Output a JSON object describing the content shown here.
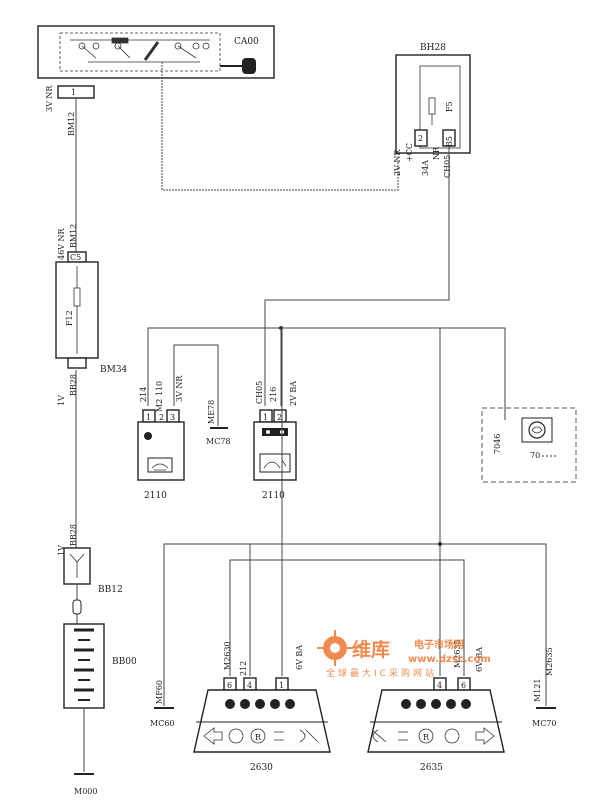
{
  "components": {
    "ignition": {
      "code": "CA00",
      "label_left": "3V NR",
      "label_right": "BM12",
      "pins": [
        "1"
      ]
    },
    "fuse_box": {
      "code": "BH28",
      "fuse": "F5",
      "pin2_top": "2V NR",
      "pin2_bottom": "+CC",
      "pin2": "2",
      "pin5_top": "34A",
      "pin5_bottom": "CH05",
      "pin5_nr": "NR",
      "pin5": "B5"
    },
    "fuse_f12": {
      "code": "BM34",
      "fuse": "F12",
      "pin_top": "C5",
      "label_top_a": "46V NR",
      "label_top_b": "BM12",
      "label_bot_a": "1V",
      "label_bot_b": "BB28"
    },
    "switch_a": {
      "code": "2110",
      "wire1": "214",
      "wire2": "M2 110",
      "wire3": "3V NR",
      "pins": [
        "1",
        "2",
        "3"
      ]
    },
    "ground_me78": {
      "code": "ME78",
      "ground": "MC78"
    },
    "switch_b": {
      "code": "2110",
      "wire1": "CH05",
      "wire2": "216",
      "wire3": "2V BA",
      "pins": [
        "1",
        "2"
      ]
    },
    "module_7046": {
      "code": "7046",
      "pin": "70"
    },
    "connector_bb12": {
      "code": "BB12",
      "label_a": "1V",
      "label_b": "BB28"
    },
    "battery": {
      "code": "BB00",
      "ground": "M000"
    },
    "lamp_2630": {
      "code": "2630",
      "wire_a": "M2630",
      "wire_b": "212",
      "wire_c": "6V BA",
      "pins": [
        "6",
        "4",
        "1"
      ],
      "ground_wire": "MF60",
      "ground": "MC60"
    },
    "lamp_2635": {
      "code": "2635",
      "wire_a": "M2635",
      "wire_b": "6V BA",
      "pins": [
        "4",
        "6"
      ],
      "ground_wire": "M121",
      "ground_wire2": "M2635",
      "ground": "MC70"
    }
  },
  "watermark": {
    "brand": "维库",
    "site": "电子市场网",
    "slogan": "全球最大IC采购网站",
    "domain": "www.dzsc.com"
  },
  "colors": {
    "ink": "#222222",
    "watermark": "#f07e3c",
    "dashed_box": "#555555"
  }
}
